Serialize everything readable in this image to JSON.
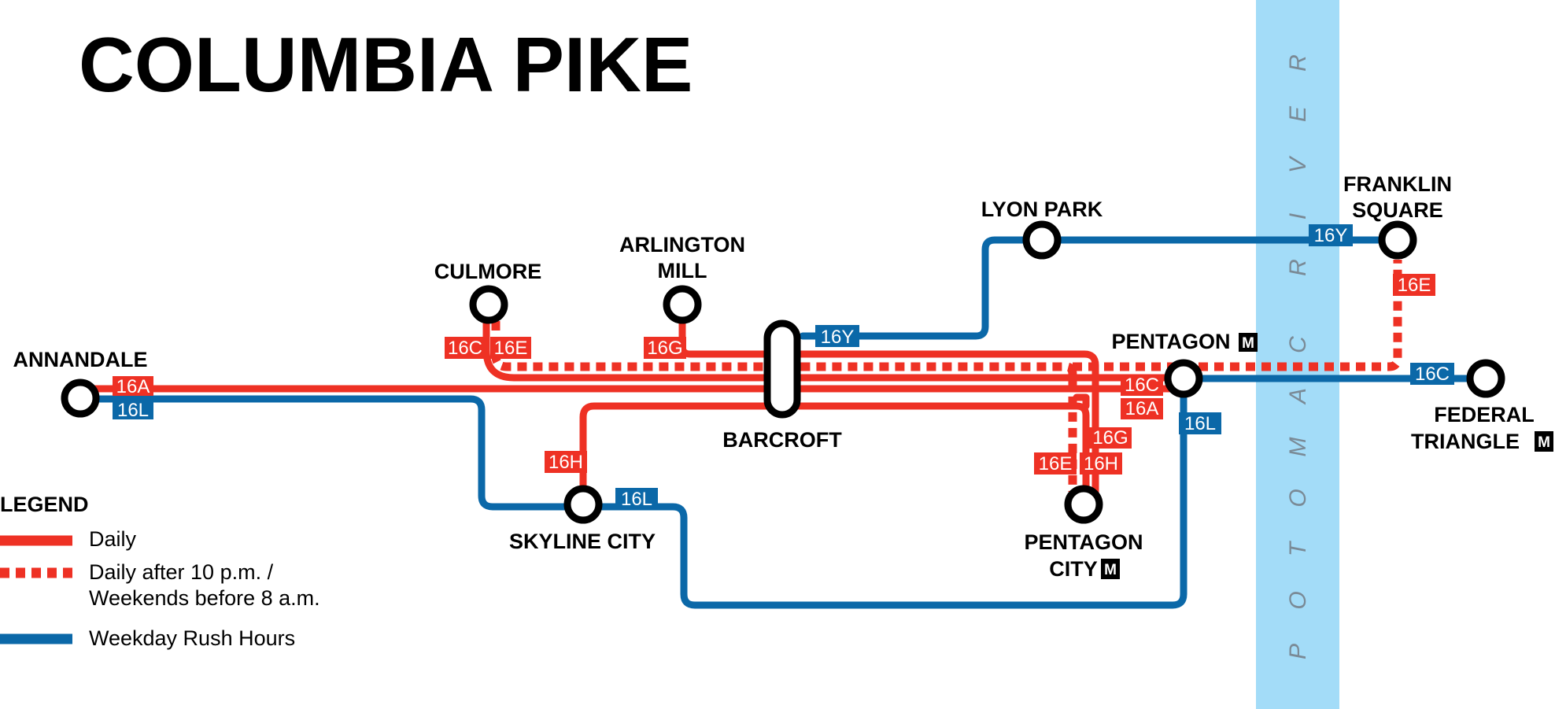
{
  "title": "COLUMBIA PIKE",
  "colors": {
    "daily": "#ee3124",
    "weekday_rush": "#0b68a8",
    "river": "#a3dcf8",
    "station": "#000000",
    "background": "#ffffff"
  },
  "river_name": "POTOMAC RIVER",
  "metro_symbol": "M",
  "stations": {
    "annandale": "ANNANDALE",
    "culmore": "CULMORE",
    "arlington_mill_1": "ARLINGTON",
    "arlington_mill_2": "MILL",
    "barcroft": "BARCROFT",
    "skyline_city": "SKYLINE CITY",
    "lyon_park": "LYON PARK",
    "pentagon": "PENTAGON",
    "pentagon_city_1": "PENTAGON",
    "pentagon_city_2": "CITY",
    "franklin_square_1": "FRANKLIN",
    "franklin_square_2": "SQUARE",
    "federal_triangle_1": "FEDERAL",
    "federal_triangle_2": "TRIANGLE"
  },
  "routes": {
    "r16A": "16A",
    "r16C": "16C",
    "r16E": "16E",
    "r16G": "16G",
    "r16H": "16H",
    "r16L": "16L",
    "r16Y": "16Y"
  },
  "legend": {
    "title": "LEGEND",
    "daily": "Daily",
    "dashed_line1": "Daily after 10 p.m. /",
    "dashed_line2": "Weekends before 8 a.m.",
    "rush": "Weekday Rush Hours"
  }
}
